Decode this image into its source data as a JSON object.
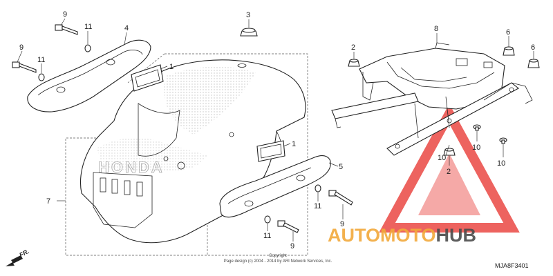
{
  "callouts": {
    "c1a": "1",
    "c1b": "1",
    "c2a": "2",
    "c2b": "2",
    "c3": "3",
    "c4": "4",
    "c5": "5",
    "c6a": "6",
    "c6b": "6",
    "c7": "7",
    "c8": "8",
    "c9a": "9",
    "c9b": "9",
    "c9c": "9",
    "c9d": "9",
    "c10a": "10",
    "c10b": "10",
    "c10c": "10",
    "c11a": "11",
    "c11b": "11",
    "c11c": "11",
    "c11d": "11"
  },
  "fender_logo": "HONDA",
  "front_label": "FR.",
  "copyright": {
    "line1": "Copyright",
    "line2": "Page design (c) 2004 - 2014 by ARI Network Services, Inc."
  },
  "diagram_code": "MJA8F3401",
  "watermark": {
    "part1": "AUTOMOTO",
    "part2": "HUB",
    "color_red": "#e8302a",
    "color_orange": "#f2a93b",
    "color_dark": "#4a4a4a"
  }
}
